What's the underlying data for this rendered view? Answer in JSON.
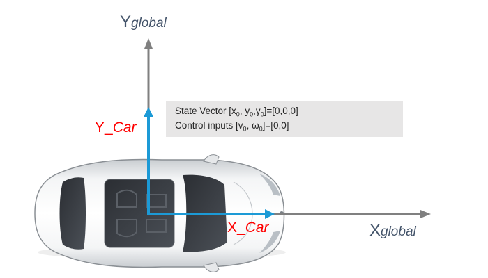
{
  "axes": {
    "global_y": {
      "main": "Y",
      "sub": "global"
    },
    "global_x": {
      "main": "X",
      "sub": "global"
    },
    "car_y": {
      "main": "Y_",
      "sub": "Car"
    },
    "car_x": {
      "main": "X_",
      "sub": "Car"
    }
  },
  "state_box": {
    "line1": {
      "prefix": "State Vector [x",
      "s1": "0",
      "p2": ", y",
      "s2": "0",
      "p3": ",γ",
      "s3": "0",
      "p4": "]=[0,0,0]"
    },
    "line2": {
      "prefix": "Control inputs  [v",
      "s1": "0",
      "p2": ", ω",
      "s2": "0",
      "p3": "]=[0,0]"
    }
  },
  "colors": {
    "global_axis": "#808080",
    "car_axis": "#1c9ad6",
    "car_label": "#ff0000",
    "global_label": "#44546a",
    "box_fill": "#e7e6e6"
  },
  "image": {
    "object": "white car, top view"
  }
}
